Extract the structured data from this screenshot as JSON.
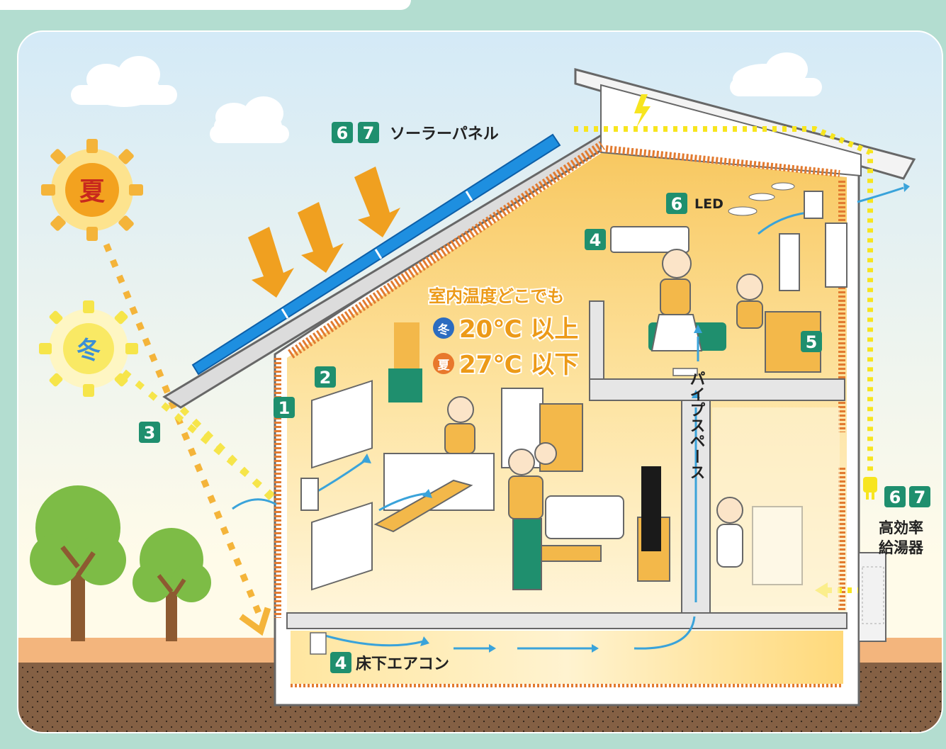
{
  "labels": {
    "solar_panel": "ソーラーパネル",
    "led": "LED",
    "indoor_temp_title": "室内温度どこでも",
    "winter_sun": "冬",
    "summer_sun": "夏",
    "winter_badge": "冬",
    "winter_temp": "20℃ 以上",
    "summer_badge": "夏",
    "summer_temp": "27℃ 以下",
    "pipe_space": "パイプスペース",
    "underfloor_ac": "床下エアコン",
    "water_heater_line1": "高効率",
    "water_heater_line2": "給湯器"
  },
  "badges": {
    "n1": "1",
    "n2": "2",
    "n3": "3",
    "n4_ac": "4",
    "n4_floor": "4",
    "n5": "5",
    "n6_solar": "6",
    "n7_solar": "7",
    "n6_led": "6",
    "n6_heater": "6",
    "n7_heater": "7"
  },
  "colors": {
    "background": "#b3ddd0",
    "sky_top": "#dceef8",
    "badge": "#1f8f6e",
    "interior": "#fcd887",
    "sun_arrow": "#f0a020",
    "solar_panel": "#1e8fe0",
    "winter_badge": "#2c6cc0",
    "summer_badge": "#e8782c",
    "temperature_text": "#ec9a18",
    "electric_line": "#f7e51f"
  },
  "icons": [
    "summer-sun-icon",
    "winter-sun-icon",
    "lightning-icon",
    "plug-icon",
    "cloud-icon",
    "tree-icon"
  ]
}
